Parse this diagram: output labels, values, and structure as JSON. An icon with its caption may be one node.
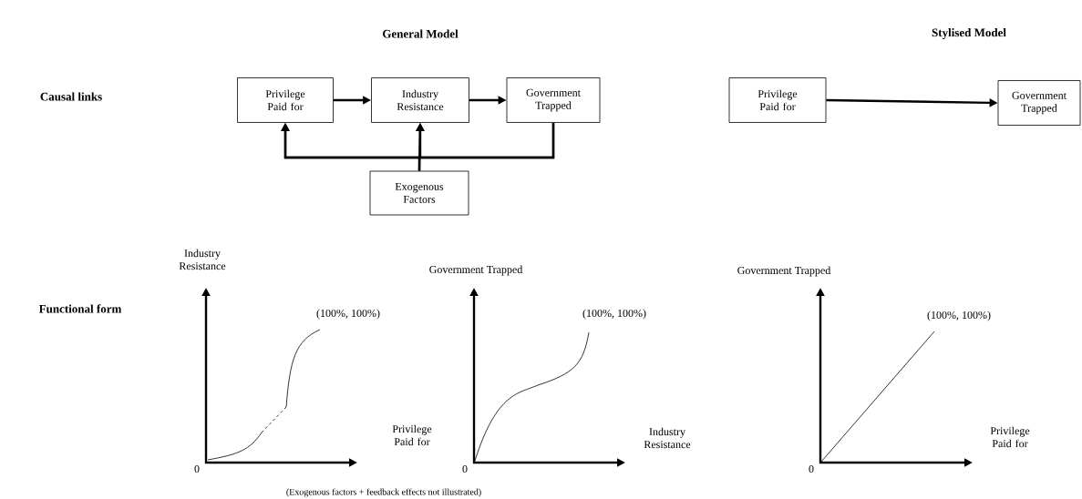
{
  "diagram": {
    "nodes": [
      {
        "text": [
          "Privilege Paid for"
        ]
      },
      {
        "text": [
          "Industry Resistance"
        ]
      },
      {
        "text": [
          "Government Trapped"
        ]
      },
      {
        "text": [
          "Exogenous Factors"
        ]
      },
      {
        "text": [
          "Privilege Paid for"
        ]
      },
      {
        "text": [
          "Government Trapped"
        ]
      }
    ],
    "edges": [
      {
        "from": 0,
        "to": 1,
        "arrow": "to"
      },
      {
        "from": 1,
        "to": 2,
        "arrow": "to"
      },
      {
        "from": 2,
        "to": 0,
        "arrow": "to"
      },
      {
        "from": 2,
        "to": 1,
        "arrow": "to"
      },
      {
        "from": 3,
        "to": 0,
        "arrow": "to"
      },
      {
        "from": 3,
        "to": 1,
        "arrow": "to"
      },
      {
        "from": 4,
        "to": 5,
        "arrow": "to"
      }
    ],
    "labels": [
      "General Model",
      "Stylised Model",
      "Causal links",
      "Functional form",
      "Industry Resistance",
      "(100%, 100%)",
      "0",
      "Privilege Paid for",
      "Government Trapped",
      "(100%, 100%)",
      "0",
      "Industry Resistance",
      "Government Trapped",
      "(100%, 100%)",
      "0",
      "Privilege Paid for",
      "(Exogenous factors + feedback effects not illustrated)"
    ]
  }
}
